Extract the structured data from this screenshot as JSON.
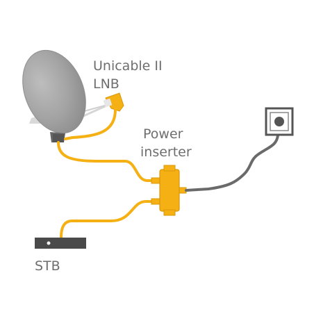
{
  "labels": {
    "lnb_line1": "Unicable II",
    "lnb_line2": "LNB",
    "inserter_line1": "Power",
    "inserter_line2": "inserter",
    "stb": "STB"
  },
  "colors": {
    "cable_yellow": "#f5b014",
    "cable_gray": "#6a6a6a",
    "dish_gray": "#9a9a9a",
    "label_gray": "#6e6e6e"
  },
  "icons": {
    "dish": "satellite-dish-icon",
    "lnb": "lnb-icon",
    "inserter": "power-inserter-icon",
    "socket": "wall-socket-icon",
    "stb": "set-top-box-icon"
  }
}
